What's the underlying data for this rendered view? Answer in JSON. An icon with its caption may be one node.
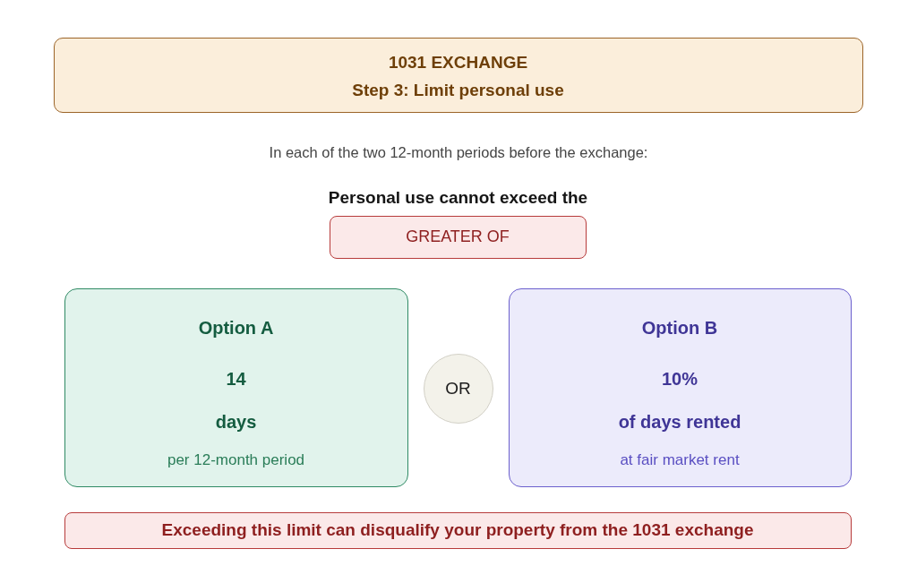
{
  "diagram": {
    "nodes": [
      {
        "text": [
          "1031 EXCHANGE",
          "Step 3: Limit personal use"
        ]
      },
      {
        "text": [
          "GREATER OF"
        ],
        "beside": [
          "Personal use cannot exceed the"
        ]
      },
      {
        "text": [
          "Option A",
          "14",
          "days",
          "per 12-month period"
        ]
      },
      {
        "text": [
          "OR"
        ]
      },
      {
        "text": [
          "Option B",
          "10%",
          "of days rented",
          "at fair market rent"
        ]
      },
      {
        "text": [
          "Exceeding this limit can disqualify your property from the 1031 exchange"
        ]
      }
    ],
    "labels": [
      "In each of the two 12-month periods before the exchange:"
    ]
  }
}
